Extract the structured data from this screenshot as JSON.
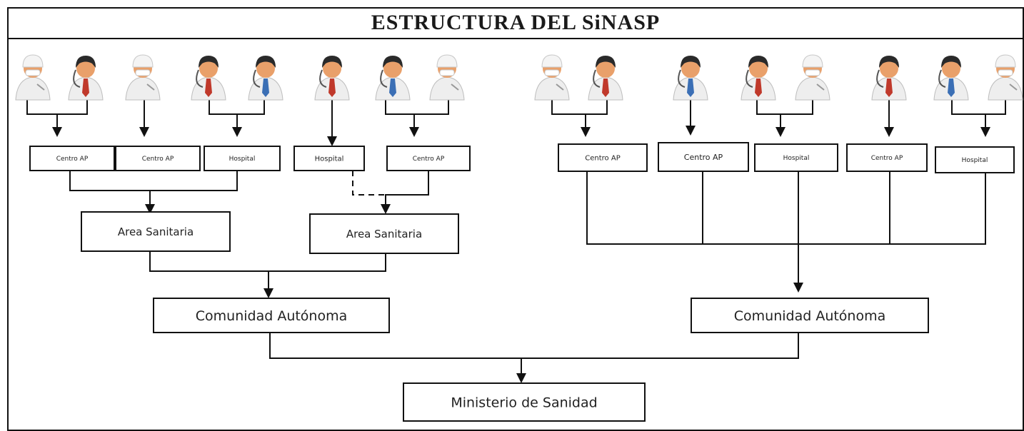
{
  "title": "ESTRUCTURA DEL SiNASP",
  "colors": {
    "frame": "#111111",
    "skin": "#e9a06a",
    "coat": "#eeeeee",
    "cap": "#f4f4f4",
    "hair": "#2a2a2a",
    "tie_red": "#c0392b",
    "tie_blue": "#3b6fb5"
  },
  "icons": {
    "type_a": "surgeon-icon",
    "type_b": "doctor-icon"
  },
  "nodes": [
    {
      "id": "c1",
      "label": "Centro AP"
    },
    {
      "id": "c2",
      "label": "Centro AP"
    },
    {
      "id": "h1",
      "label": "Hospital"
    },
    {
      "id": "h2",
      "label": "Hospital"
    },
    {
      "id": "c3",
      "label": "Centro AP"
    },
    {
      "id": "c4",
      "label": "Centro AP"
    },
    {
      "id": "c5",
      "label": "Centro AP"
    },
    {
      "id": "h3",
      "label": "Hospital"
    },
    {
      "id": "c6",
      "label": "Centro AP"
    },
    {
      "id": "h4",
      "label": "Hospital"
    },
    {
      "id": "a1",
      "label": "Area Sanitaria"
    },
    {
      "id": "a2",
      "label": "Area Sanitaria"
    },
    {
      "id": "ca1",
      "label": "Comunidad Autónoma"
    },
    {
      "id": "ca2",
      "label": "Comunidad Autónoma"
    },
    {
      "id": "min",
      "label": "Ministerio de Sanidad"
    }
  ]
}
